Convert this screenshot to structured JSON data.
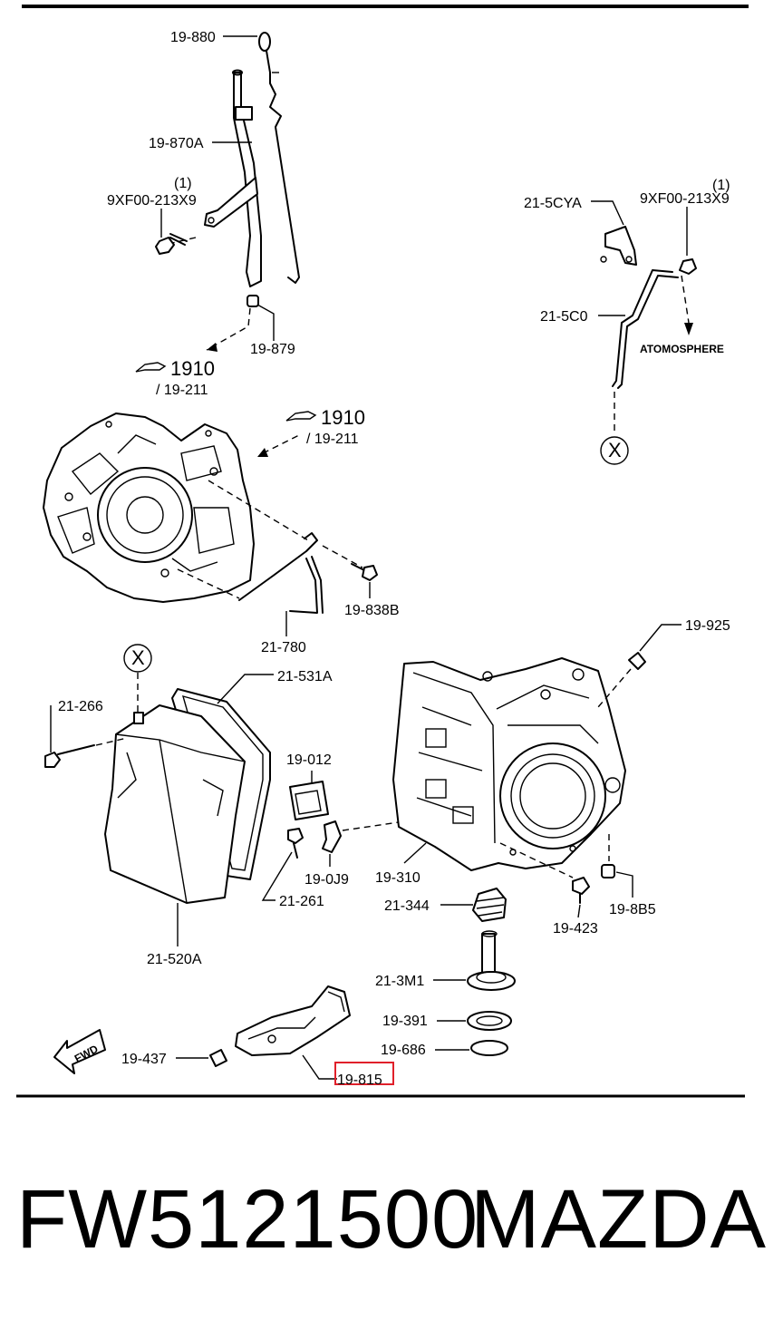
{
  "diagram": {
    "labels": {
      "l19_880": "19-880",
      "l19_870a": "19-870A",
      "l_qty1_left": "(1)",
      "l_bolt_left": "9XF00-213X9",
      "l19_879": "19-879",
      "l_ref1910_a": "1910",
      "l_ref19211_a": "/ 19-211",
      "l21_5cya": "21-5CYA",
      "l_qty1_right": "(1)",
      "l_bolt_right": "9XF00-213X9",
      "l21_5c0": "21-5C0",
      "l_atmos": "ATOMOSPHERE",
      "l_x_top": "X",
      "l_ref1910_b": "1910",
      "l_ref19211_b": "/ 19-211",
      "l19_838b": "19-838B",
      "l21_780": "21-780",
      "l19_925": "19-925",
      "l_x_mid": "X",
      "l21_531a": "21-531A",
      "l21_266": "21-266",
      "l19_012": "19-012",
      "l19_0j9": "19-0J9",
      "l21_261": "21-261",
      "l21_520a": "21-520A",
      "l19_310": "19-310",
      "l21_344": "21-344",
      "l19_423": "19-423",
      "l19_8b5": "19-8B5",
      "l21_3m1": "21-3M1",
      "l19_391": "19-391",
      "l19_686": "19-686",
      "l19_437": "19-437",
      "l19_815": "19-815",
      "l_fwd": "FWD"
    },
    "highlight_color": "#e0202a"
  },
  "caption": {
    "part_number": "FW5121500",
    "brand": "MAZDA"
  }
}
